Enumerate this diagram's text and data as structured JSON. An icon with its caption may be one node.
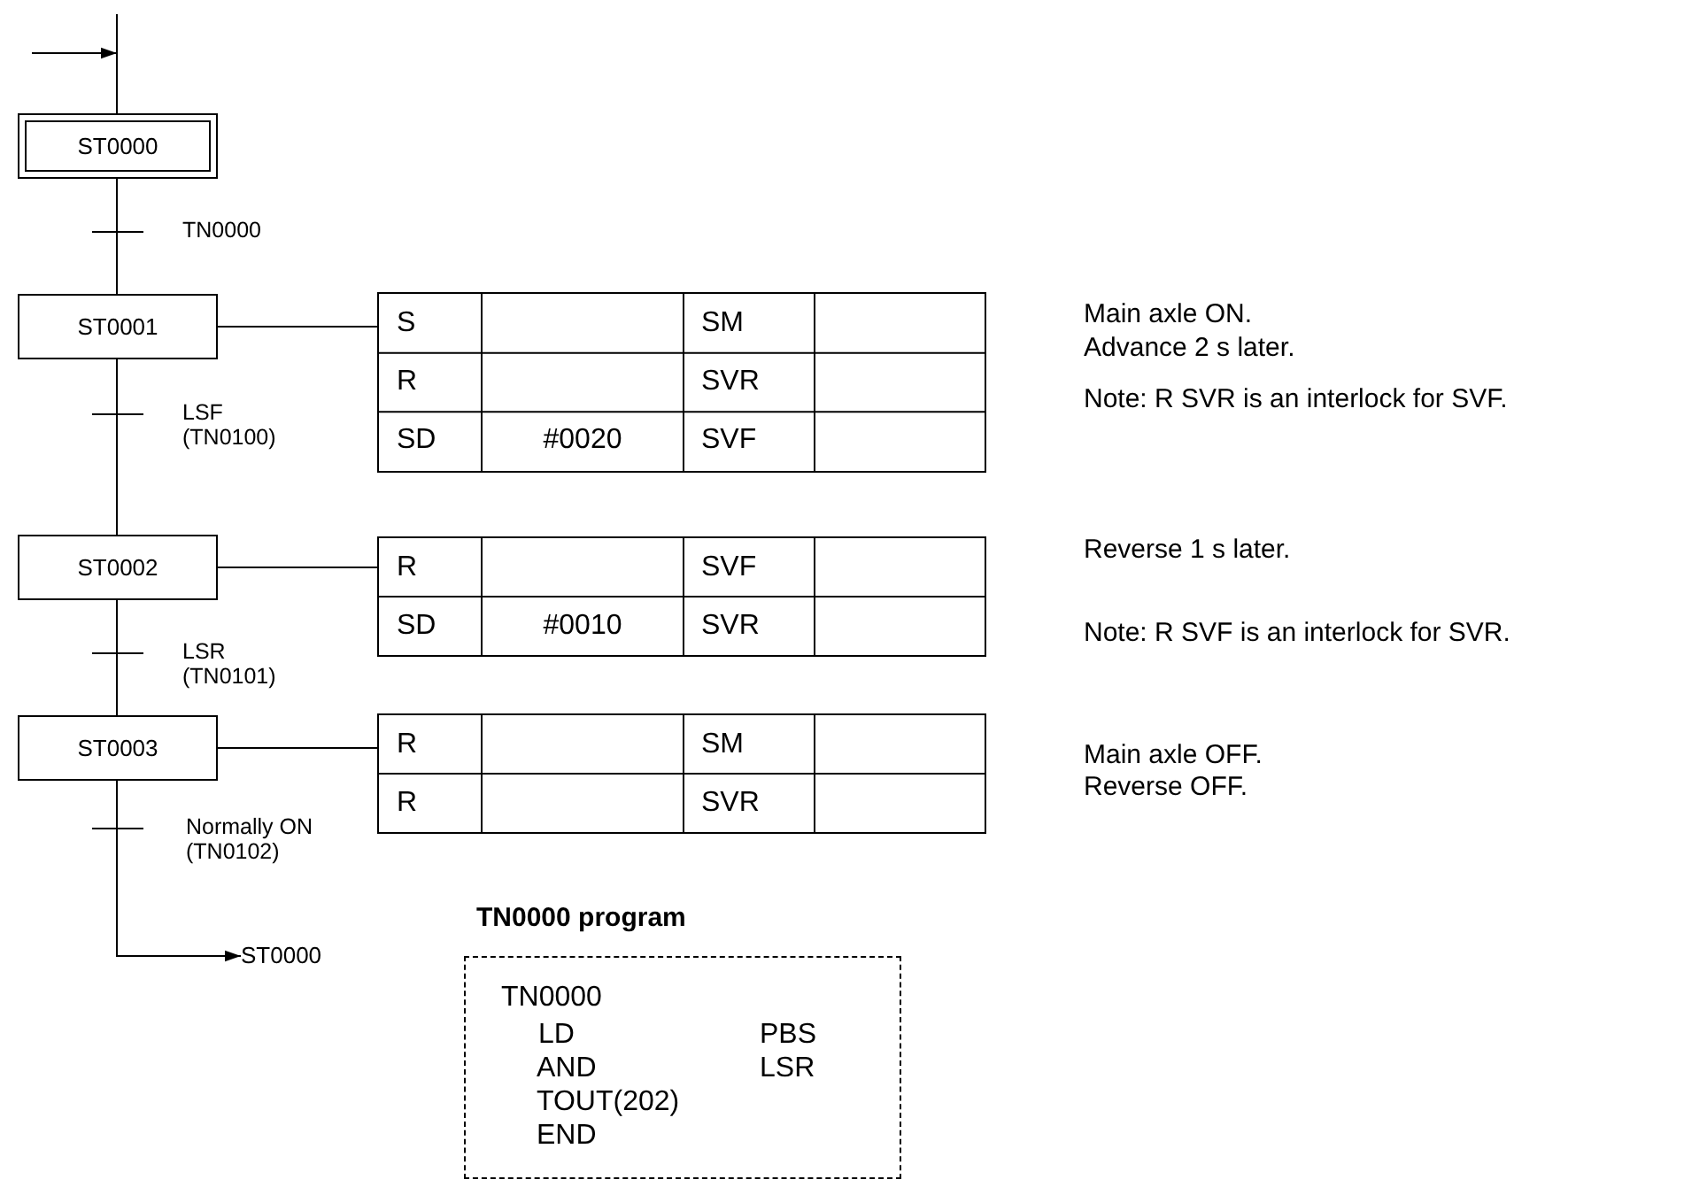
{
  "diagram": {
    "nodes": [
      {
        "text": [
          "ST0000"
        ]
      },
      {
        "text": [
          "ST0001"
        ]
      },
      {
        "text": [
          "ST0002"
        ]
      },
      {
        "text": [
          "ST0003"
        ]
      },
      {
        "text": [
          "S",
          "SM",
          "R",
          "SVR",
          "SD",
          "#0020",
          "SVF"
        ]
      },
      {
        "text": [
          "R",
          "SVF",
          "SD",
          "#0010",
          "SVR"
        ]
      },
      {
        "text": [
          "R",
          "SM",
          "R",
          "SVR"
        ]
      },
      {
        "text": [
          "ST0000"
        ]
      },
      {
        "text": [
          "TN0000 program",
          "TN0000",
          "LD",
          "PBS",
          "AND",
          "LSR",
          "TOUT(202)",
          "END"
        ]
      }
    ],
    "edges": [
      {
        "from": null,
        "to": 0,
        "arrow": "none"
      },
      {
        "from": 0,
        "to": 1,
        "arrow": "none",
        "label": "TN0000"
      },
      {
        "from": 1,
        "to": 2,
        "arrow": "none",
        "label": "LSF (TN0100)"
      },
      {
        "from": 2,
        "to": 3,
        "arrow": "none",
        "label": "LSR (TN0101)"
      },
      {
        "from": 3,
        "to": 7,
        "arrow": "to",
        "label": "Normally ON (TN0102)"
      },
      {
        "from": 1,
        "to": 4,
        "arrow": "none"
      },
      {
        "from": 2,
        "to": 5,
        "arrow": "none"
      },
      {
        "from": 3,
        "to": 6,
        "arrow": "none"
      }
    ],
    "labels": [
      "Main axle ON.",
      "Advance 2 s later.",
      "Note: R SVR is an interlock for SVF.",
      "Reverse 1 s later.",
      "Note: R SVF is an interlock for SVR.",
      "Main axle OFF.",
      "Reverse OFF."
    ]
  }
}
